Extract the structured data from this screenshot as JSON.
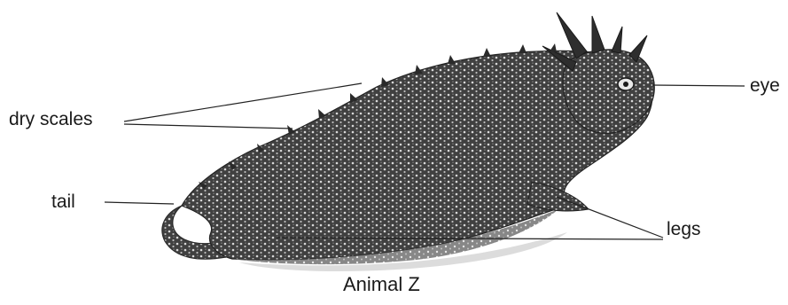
{
  "diagram": {
    "labels": {
      "dry_scales": "dry scales",
      "tail": "tail",
      "eye": "eye",
      "legs": "legs"
    },
    "caption": "Animal Z",
    "illustration": "horned-lizard",
    "colors": {
      "body_dark": "#3a3a3a",
      "body_mid": "#6b6b6b",
      "body_light": "#cfcfcf",
      "line": "#222222"
    }
  }
}
